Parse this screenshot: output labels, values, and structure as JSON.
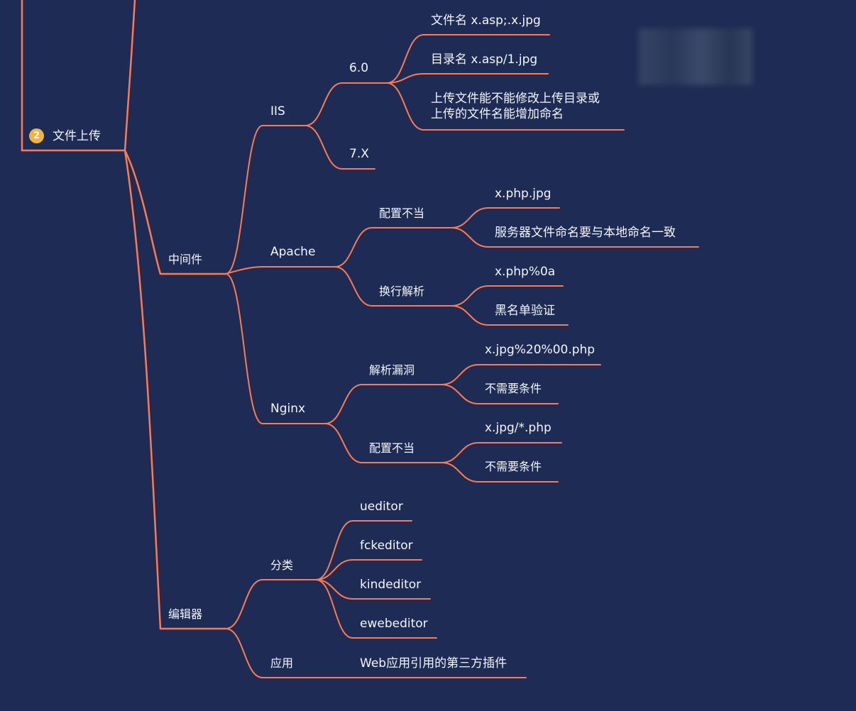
{
  "theme": {
    "background": "#1e2b54",
    "branch": "#ff7a50",
    "text": "#f4f6fb",
    "badge": "#f2b53a"
  },
  "topic": {
    "badge": "2",
    "label": "文件上传"
  },
  "middleware": {
    "label": "中间件",
    "iis": {
      "label": "IIS",
      "v6": {
        "label": "6.0",
        "items": [
          "文件名 x.asp;.x.jpg",
          "目录名 x.asp/1.jpg",
          "上传文件能不能修改上传目录或\n上传的文件名能增加命名"
        ]
      },
      "v7": {
        "label": "7.X"
      }
    },
    "apache": {
      "label": "Apache",
      "misconfig": {
        "label": "配置不当",
        "items": [
          "x.php.jpg",
          "服务器文件命名要与本地命名一致"
        ]
      },
      "newline": {
        "label": "换行解析",
        "items": [
          "x.php%0a",
          "黑名单验证"
        ]
      }
    },
    "nginx": {
      "label": "Nginx",
      "parse": {
        "label": "解析漏洞",
        "items": [
          "x.jpg%20%00.php",
          "不需要条件"
        ]
      },
      "misconfig": {
        "label": "配置不当",
        "items": [
          "x.jpg/*.php",
          "不需要条件"
        ]
      }
    }
  },
  "editor": {
    "label": "编辑器",
    "category": {
      "label": "分类",
      "items": [
        "ueditor",
        "fckeditor",
        "kindeditor",
        "ewebeditor"
      ]
    },
    "application": {
      "label": "应用",
      "items": [
        "Web应用引用的第三方插件"
      ]
    }
  }
}
